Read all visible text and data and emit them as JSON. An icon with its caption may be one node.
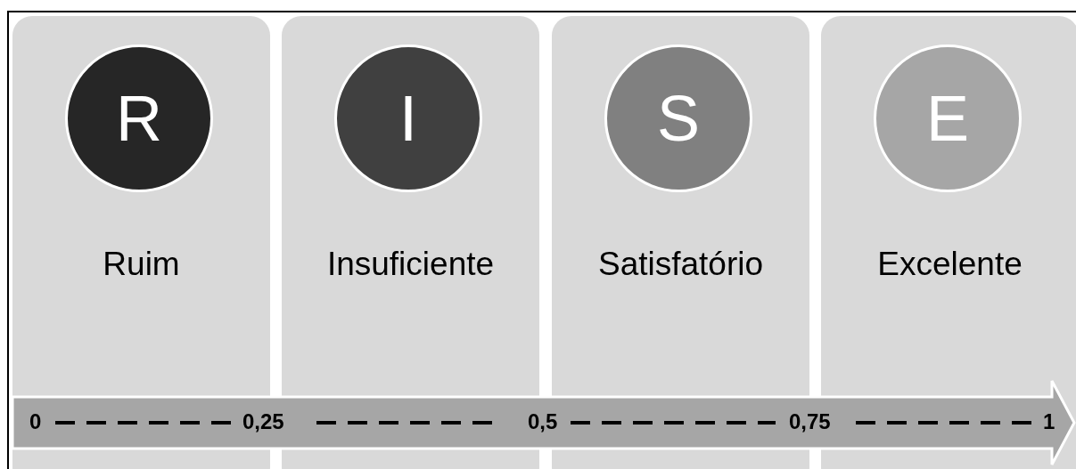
{
  "diagram": {
    "nodes": [
      {
        "text": [
          "Ruim"
        ]
      },
      {
        "text": [
          "R"
        ],
        "in": 0
      },
      {
        "text": [
          "Insuficiente"
        ]
      },
      {
        "text": [
          "I"
        ],
        "in": 2
      },
      {
        "text": [
          "Satisfatório"
        ]
      },
      {
        "text": [
          "S"
        ],
        "in": 4
      },
      {
        "text": [
          "Excelente"
        ]
      },
      {
        "text": [
          "E"
        ],
        "in": 6
      },
      {
        "text": [
          "0",
          "0,25",
          "0,5",
          "0,75",
          "1"
        ]
      }
    ]
  }
}
